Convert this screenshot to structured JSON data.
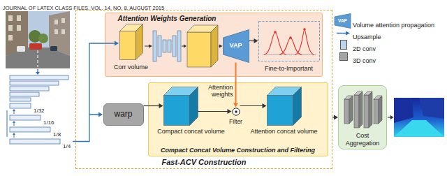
{
  "diagram": {
    "nodes": [
      {
        "text": [
          "Fast-ACV Construction"
        ]
      },
      {
        "text": [
          "Attention Weights Generation"
        ],
        "in": 0
      },
      {
        "text": [
          "Corr volume"
        ],
        "in": 1
      },
      {
        "text": [
          "VAP"
        ],
        "in": 1
      },
      {
        "text": [
          "Fine-to-Important"
        ],
        "in": 1
      },
      {
        "text": [
          "warp"
        ],
        "in": 0
      },
      {
        "text": [
          "Compact Concat Volume Construction and Filtering"
        ],
        "in": 0
      },
      {
        "text": [
          "Compact concat volume"
        ],
        "in": 6
      },
      {
        "text": [
          "Filter"
        ],
        "in": 6
      },
      {
        "text": [
          "Attention concat volume"
        ],
        "in": 6
      },
      {
        "text": [
          "Cost Aggregation"
        ]
      }
    ],
    "edges": [
      {
        "from": 3,
        "to": 4,
        "arrow": "to"
      },
      {
        "from": 3,
        "to": 8,
        "label": "Attention weights",
        "arrow": "to"
      },
      {
        "from": 5,
        "to": 7,
        "arrow": "to"
      },
      {
        "from": 7,
        "to": 8,
        "arrow": "to"
      },
      {
        "from": 8,
        "to": 9,
        "arrow": "to"
      },
      {
        "from": 0,
        "to": 10,
        "arrow": "to"
      }
    ],
    "labels": [
      "JOURNAL OF LATEX CLASS FILES, VOL. 14, NO. 8, AUGUST 2015",
      "1/32",
      "1/16",
      "1/8",
      "1/4",
      "VAP"
    ],
    "legend": [
      {
        "text": "Volume attention propagation"
      },
      {
        "text": "Upsample"
      },
      {
        "text": "2D conv",
        "color": "#bdd7ee"
      },
      {
        "text": "3D conv",
        "color": "#a5a5a5"
      }
    ]
  }
}
